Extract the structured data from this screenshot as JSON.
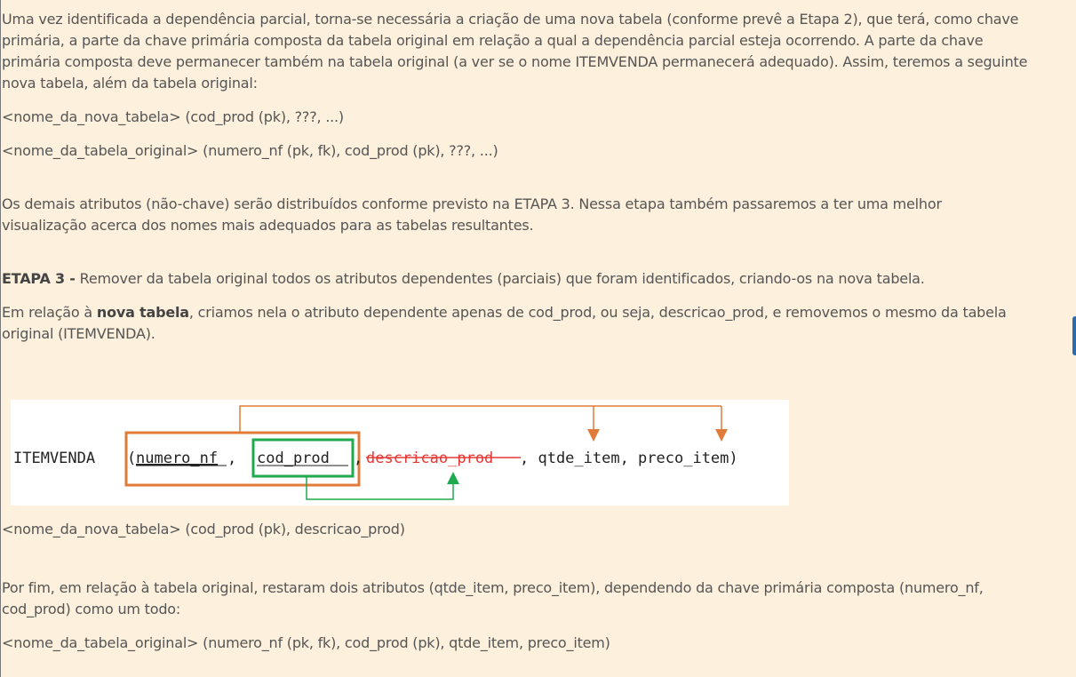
{
  "paragraphs": {
    "p1": [
      "Uma vez identificada a dependência parcial, torna-se necessária a criação de uma nova tabela (conforme prevê a Etapa 2), que terá, como chave",
      "primária, a parte da chave primária composta da tabela original em relação a qual a dependência parcial esteja ocorrendo. A parte da chave",
      "primária composta deve permanecer também na tabela original (a ver se o nome ITEMVENDA permanecerá adequado). Assim, teremos a seguinte",
      "nova tabela, além da tabela original:"
    ],
    "schema1": "<nome_da_nova_tabela> (cod_prod (pk), ???, ...)",
    "schema2": "<nome_da_tabela_original> (numero_nf (pk, fk), cod_prod (pk), ???, ...)",
    "p2": [
      "Os demais atributos (não-chave) serão distribuídos conforme previsto na ETAPA 3. Nessa etapa também passaremos a ter uma melhor",
      "visualização acerca dos nomes mais adequados para as tabelas resultantes."
    ],
    "etapa3_label": "ETAPA 3 -",
    "etapa3_text": " Remover da tabela original todos os atributos dependentes (parciais) que foram identificados, criando-os na nova tabela.",
    "p3_pre": " Em relação à ",
    "p3_bold": "nova tabela",
    "p3_post": ", criamos nela o atributo dependente apenas de cod_prod, ou seja, descricao_prod, e removemos o mesmo da tabela",
    "p3_line2": "original (ITEMVENDA).",
    "schema3": " <nome_da_nova_tabela> (cod_prod (pk), descricao_prod)",
    "p4": [
      "Por fim, em relação à tabela original, restaram dois atributos (qtde_item, preco_item), dependendo da chave primária composta (numero_nf,",
      "cod_prod) como um todo:"
    ],
    "schema4": "<nome_da_tabela_original> (numero_nf (pk, fk), cod_prod (pk), qtde_item, preco_item)"
  },
  "diagram": {
    "table_name": "ITEMVENDA",
    "open_paren": "(",
    "attr_numero_nf": "numero_nf",
    "comma1": ", ",
    "attr_cod_prod": "cod_prod",
    "comma2": ",",
    "attr_descricao_prod": "descricao_prod",
    "rest": ", qtde_item, preco_item)",
    "colors": {
      "orange": "#e07b39",
      "green": "#1faa4f",
      "red": "#e53935"
    }
  }
}
